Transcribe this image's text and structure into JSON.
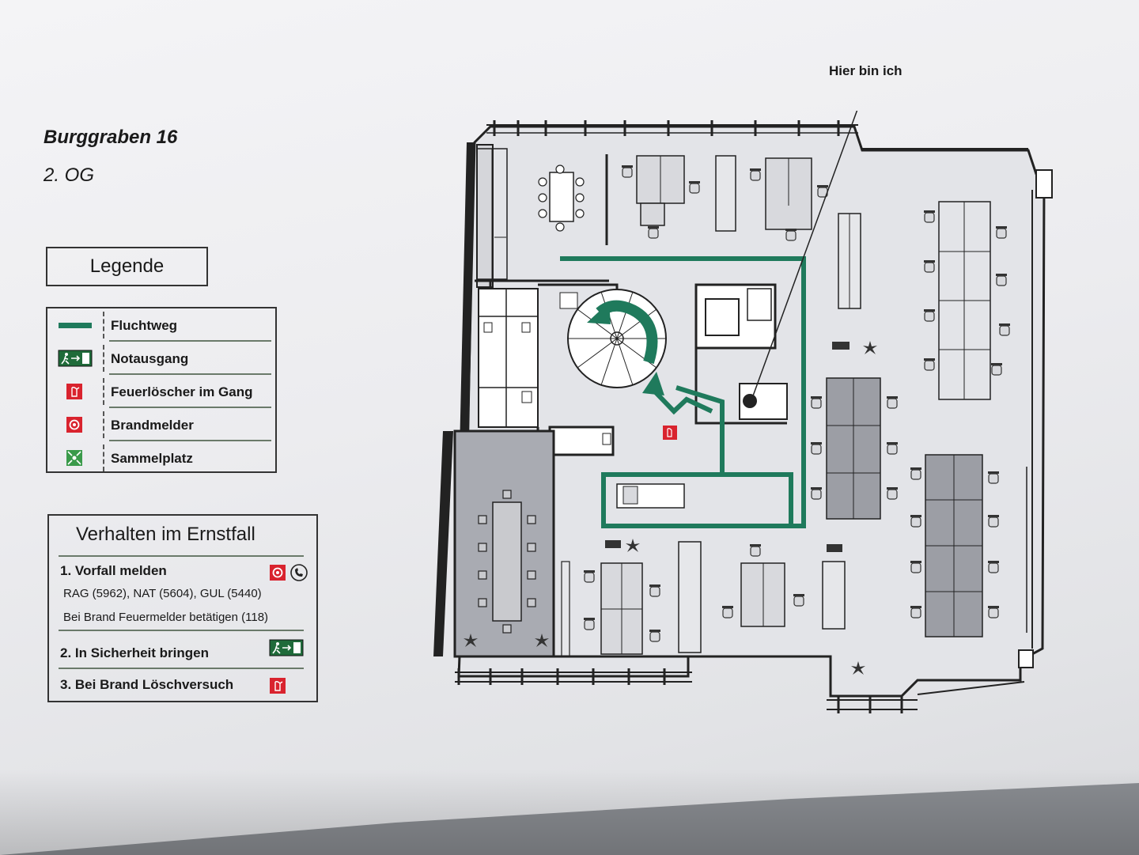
{
  "header": {
    "building": "Burggraben 16",
    "floor": "2. OG"
  },
  "legend": {
    "title": "Legende",
    "items": [
      {
        "label": "Fluchtweg",
        "icon": "escape-route-line-icon"
      },
      {
        "label": "Notausgang",
        "icon": "emergency-exit-sign-icon"
      },
      {
        "label": "Feuerlöscher im Gang",
        "icon": "fire-extinguisher-icon"
      },
      {
        "label": "Brandmelder",
        "icon": "fire-alarm-icon"
      },
      {
        "label": "Sammelplatz",
        "icon": "assembly-point-icon"
      }
    ]
  },
  "emergency": {
    "title": "Verhalten im Ernstfall",
    "step1": "1. Vorfall melden",
    "step1_contacts": "RAG (5962), NAT (5604), GUL (5440)",
    "step1_fire": "Bei Brand Feuermelder betätigen (118)",
    "step2": "2. In Sicherheit bringen",
    "step3": "3. Bei Brand Löschversuch"
  },
  "map": {
    "you_are_here": "Hier bin ich"
  },
  "colors": {
    "escape_route": "#1f7a5c",
    "exit_sign": "#1f6b3a",
    "fire_red": "#d9232e",
    "assembly_green": "#3a9a4a",
    "wall": "#2a2a2a",
    "room_shaded": "#a9abb2",
    "desk_dark": "#9c9ea5"
  }
}
